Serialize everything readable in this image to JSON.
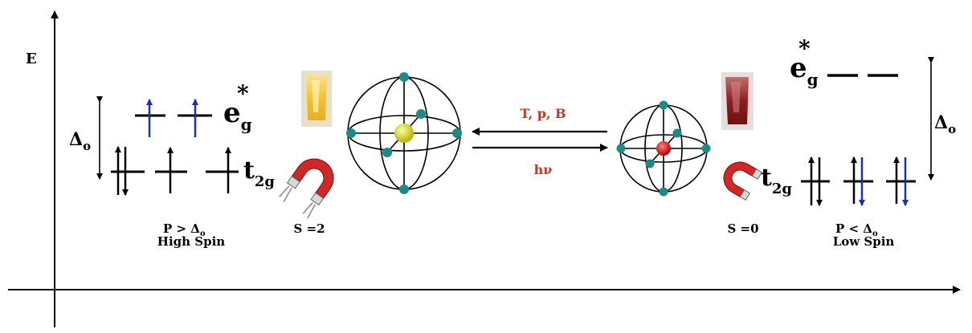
{
  "axes": {
    "y_label": "E"
  },
  "high_spin": {
    "eg_label": "e",
    "eg_sub": "g",
    "eg_star": "*",
    "t2g_label": "t",
    "t2g_sub": "2g",
    "delta_label": "Δ",
    "delta_sub": "o",
    "condition_main": "P > Δ",
    "condition_sub": "o",
    "spin_name": "High Spin",
    "spin_state": "S =2"
  },
  "low_spin": {
    "eg_label": "e",
    "eg_sub": "g",
    "eg_star": "*",
    "t2g_label": "t",
    "t2g_sub": "2g",
    "delta_label": "Δ",
    "delta_sub": "o",
    "condition_main": "P < Δ",
    "condition_sub": "o",
    "spin_name": "Low Spin",
    "spin_state": "S =0"
  },
  "equilibrium": {
    "forward_label": "T, p, B",
    "reverse_label": "hν"
  },
  "colors": {
    "text": "#000000",
    "red_label": "#c0392b",
    "blue_spin": "#1f2fa8",
    "ligand": "#1e8a86",
    "metal_hs": "#e6e600",
    "metal_ls": "#e01010",
    "magnet": "#d02828",
    "crystal_hs": "#f2c230",
    "crystal_ls": "#8e1f1f"
  }
}
